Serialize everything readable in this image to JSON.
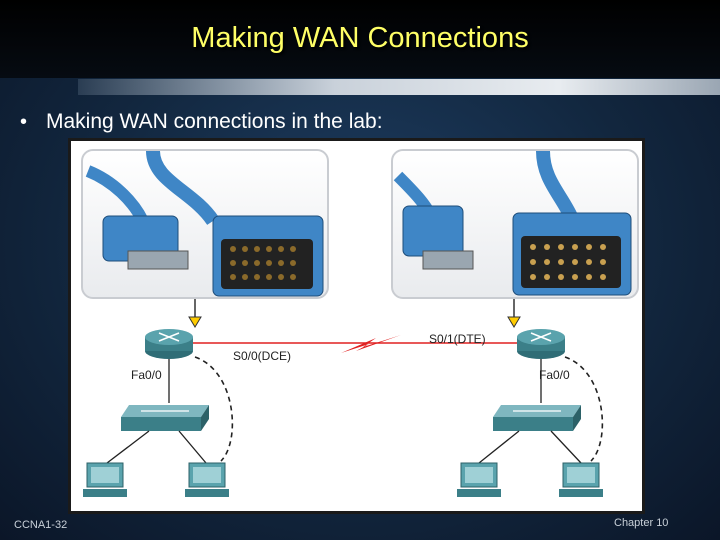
{
  "slide": {
    "title": "Making WAN Connections",
    "bullet": "Making WAN connections in the lab:",
    "footer_left": "CCNA1-32",
    "footer_right": "Chapter 10"
  },
  "diagram": {
    "left_serial_label": "S0/0(DCE)",
    "right_serial_label": "S0/1(DTE)",
    "left_fa_label": "Fa0/0",
    "right_fa_label": "Fa0/0"
  },
  "colors": {
    "title": "#ffff66",
    "cable_blue": "#3f86c6",
    "wan_link": "#e02020",
    "device_teal": "#3b7f88"
  }
}
